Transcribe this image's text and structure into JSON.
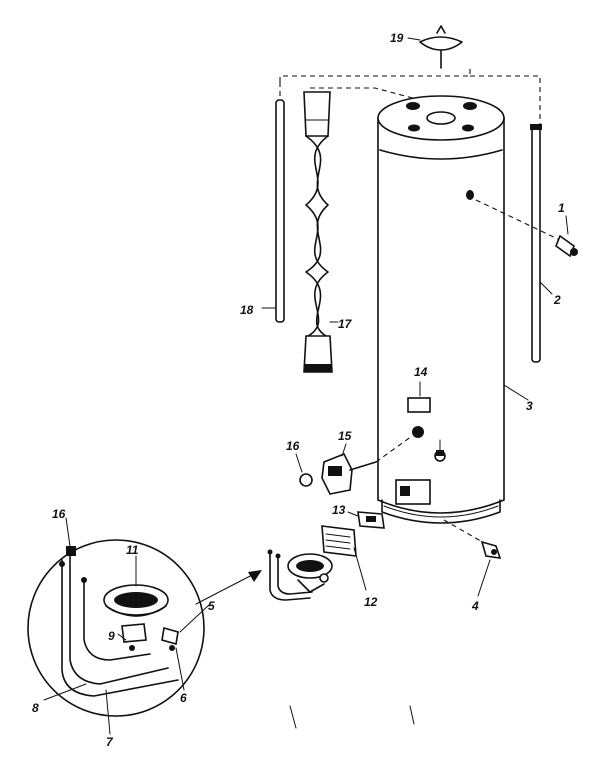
{
  "callouts": {
    "c1": "1",
    "c2": "2",
    "c3": "3",
    "c4": "4",
    "c5": "5",
    "c6": "6",
    "c7": "7",
    "c8": "8",
    "c9": "9",
    "c11": "11",
    "c12": "12",
    "c13": "13",
    "c14": "14",
    "c15": "15",
    "c16a": "16",
    "c16b": "16",
    "c17": "17",
    "c18": "18",
    "c19": "19"
  },
  "colors": {
    "ink": "#111111",
    "paper": "#ffffff"
  }
}
